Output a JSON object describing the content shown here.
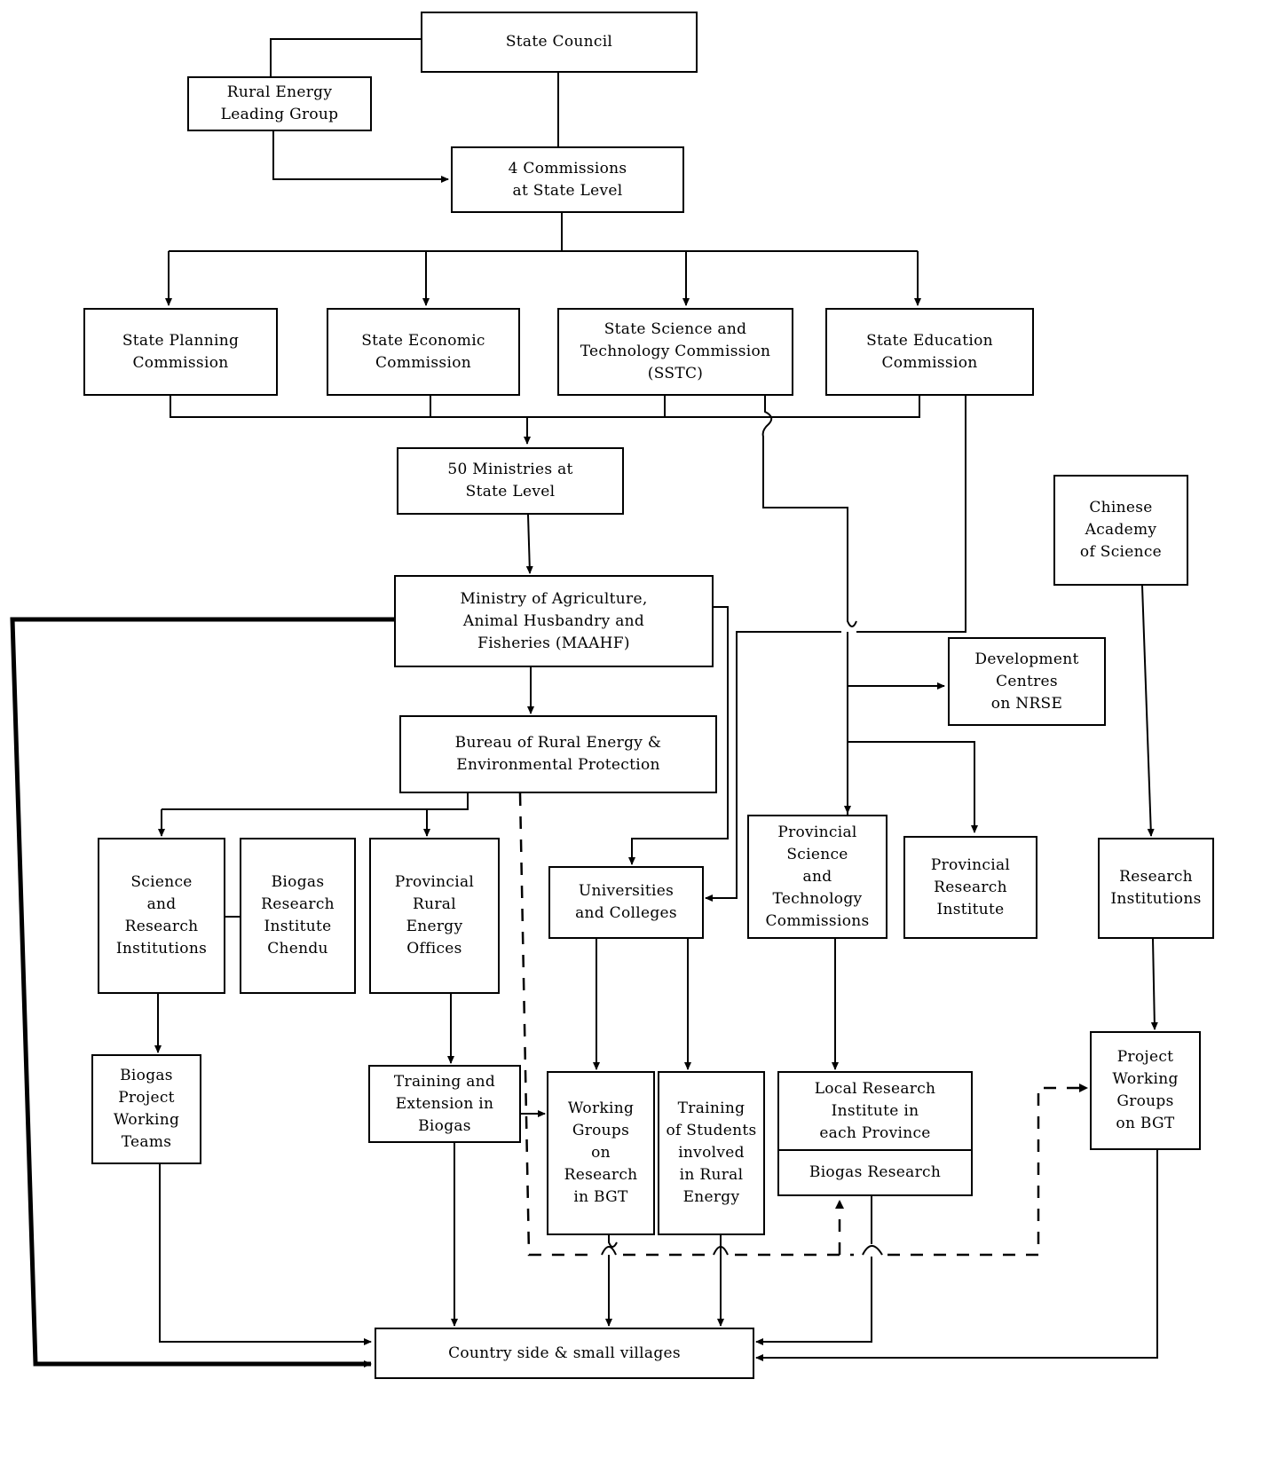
{
  "diagram": {
    "nodes": {
      "state_council": "State Council",
      "rural_energy_leading_group": "Rural Energy\nLeading Group",
      "four_commissions": "4 Commissions\nat State Level",
      "state_planning": "State Planning\nCommission",
      "state_economic": "State Economic\nCommission",
      "sstc": "State Science and\nTechnology Commission\n(SSTC)",
      "state_education": "State Education\nCommission",
      "fifty_ministries": "50 Ministries at\nState Level",
      "maahf": "Ministry of Agriculture,\nAnimal Husbandry and\nFisheries (MAAHF)",
      "chinese_academy": "Chinese\nAcademy\nof Science",
      "development_centres": "Development\nCentres\non NRSE",
      "bureau": "Bureau of Rural Energy &\nEnvironmental Protection",
      "science_research_inst": "Science\nand\nResearch\nInstitutions",
      "biogas_research_chendu": "Biogas\nResearch\nInstitute\nChendu",
      "provincial_rural_energy": "Provincial\nRural\nEnergy\nOffices",
      "universities": "Universities\nand Colleges",
      "provincial_sci_tech": "Provincial\nScience\nand\nTechnology\nCommissions",
      "provincial_research_inst": "Provincial\nResearch\nInstitute",
      "research_institutions": "Research\nInstitutions",
      "biogas_project_teams": "Biogas\nProject\nWorking\nTeams",
      "training_extension": "Training and\nExtension in\nBiogas",
      "working_groups_bgt": "Working\nGroups\non\nResearch\nin BGT",
      "training_students": "Training\nof Students\ninvolved\nin Rural\nEnergy",
      "local_research_inst": "Local Research\nInstitute in\neach Province",
      "local_biogas_research": "Biogas Research",
      "project_working_groups": "Project\nWorking\nGroups\non BGT",
      "countryside": "Country side & small villages"
    },
    "colors": {
      "line": "#000000",
      "background": "#ffffff"
    }
  }
}
